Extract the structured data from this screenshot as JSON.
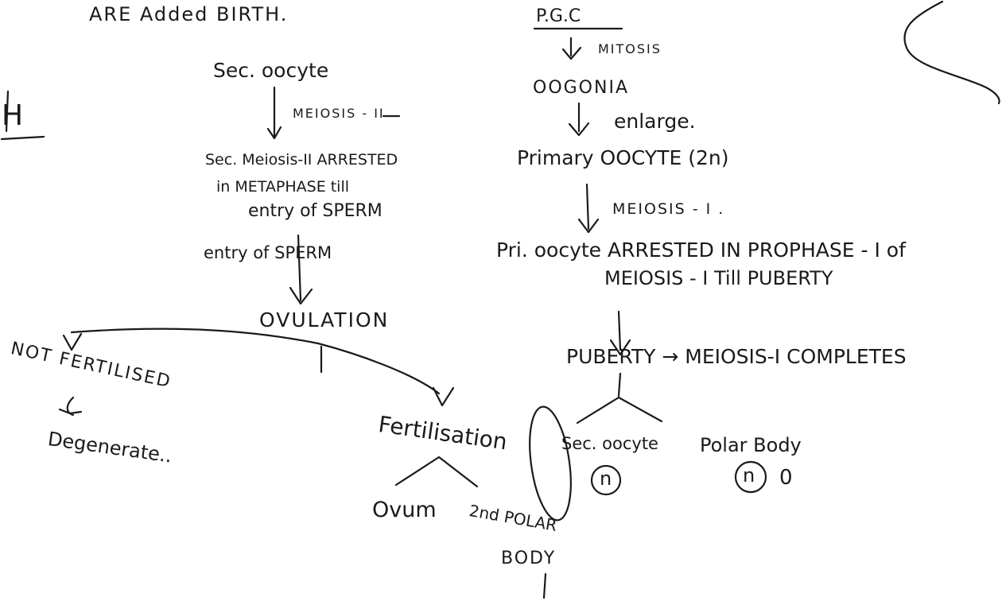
{
  "notes": {
    "top_line": "ARE Added BIRTH.",
    "left_edge_letter": "H",
    "secondary_branch": {
      "sec_oocyte": "Sec. oocyte",
      "meiosis_2": "MEIOSIS - II",
      "arrest_line1": "Sec. Meiosis-II ARRESTED",
      "arrest_line2": "in METAPHASE till",
      "arrest_line3": "entry of SPERM",
      "entry_label": "entry of SPERM",
      "ovulation": "OVULATION",
      "not_fertilised": "NOT FERTILISED",
      "degenerate": "Degenerate..",
      "fertilisation": "Fertilisation",
      "ovum": "Ovum",
      "second_polar": "2nd POLAR",
      "body": "BODY"
    },
    "primary_branch": {
      "pgc": "P.G.C",
      "mitosis": "MITOSIS",
      "oogonia": "OOGONIA",
      "enlarge": "enlarge.",
      "primary_oocyte": "Primary OOCYTE (2n)",
      "meiosis_1": "MEIOSIS - I .",
      "pri_arrest_line1": "Pri. oocyte ARRESTED IN PROPHASE - I of",
      "pri_arrest_line2": "MEIOSIS - I Till PUBERTY",
      "puberty": "PUBERTY → MEIOSIS-I COMPLETES",
      "sec_oocyte": "Sec. oocyte",
      "n_label": "n",
      "polar_body": "Polar Body",
      "polar_n": "n",
      "zero": "0"
    }
  },
  "colors": {
    "ink": "#1a1a1a",
    "background": "#ffffff"
  }
}
